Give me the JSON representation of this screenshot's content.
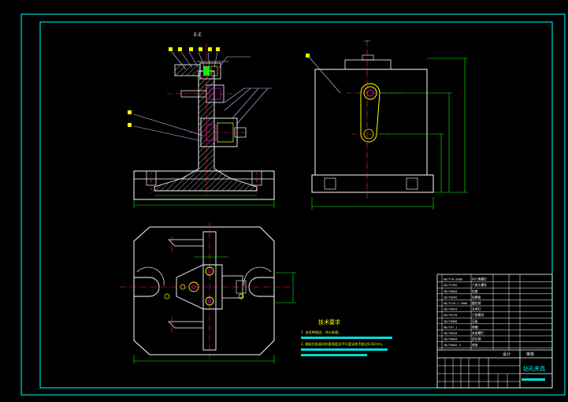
{
  "colors": {
    "background": "#000000",
    "frame": "#00ffff",
    "part": "#ffffff",
    "dimension": "#00ff00",
    "hatch": "#c8c8c8",
    "centerline": "#ff3030",
    "accent": "#ffff00",
    "highlight": "#ff00ff",
    "leader": "#c8c8ff",
    "note_text": "#ffff00",
    "note_bar": "#00dcdc"
  },
  "section_label": "E-E",
  "tech_requirements": {
    "title": "技术要求",
    "items": [
      "1. 去毛刺锐边，淬火处理。",
      "2. 装配后各面间的垂直度及平行度误差不超过0.02mm。"
    ]
  },
  "title_block": {
    "drawing_name": "钻孔夹具",
    "drawing_number": "",
    "design_label": "设计",
    "check_label": "审核"
  },
  "parts_list": {
    "rows": [
      {
        "code": "GB/T70-2000",
        "name": "内六角螺钉"
      },
      {
        "code": "GB/T5783",
        "name": "六角头螺栓"
      },
      {
        "code": "JB/T8004",
        "name": "钻套"
      },
      {
        "code": "JB/T8045",
        "name": "钻模板"
      },
      {
        "code": "GB/T119.1-2000",
        "name": "圆柱销"
      },
      {
        "code": "JB/T8019",
        "name": "支承钉"
      },
      {
        "code": "GB/T6170",
        "name": "六角螺母"
      },
      {
        "code": "JB/T8008",
        "name": "压板"
      },
      {
        "code": "GB/T97.1",
        "name": "垫圈"
      },
      {
        "code": "JB/T8010",
        "name": "夹紧螺钉"
      },
      {
        "code": "JB/T8044",
        "name": "定位销"
      },
      {
        "code": "JB/T8045.3",
        "name": "底座"
      }
    ]
  }
}
